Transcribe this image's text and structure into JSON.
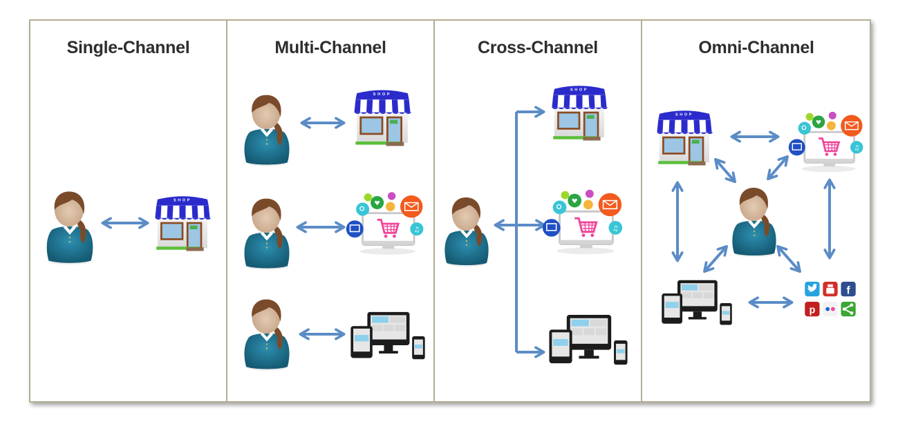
{
  "panels": [
    {
      "title": "Single-Channel",
      "customer": "customer",
      "channels": [
        "store"
      ],
      "connection_style": "direct two-way link to one channel"
    },
    {
      "title": "Multi-Channel",
      "customer": "customer",
      "channels": [
        "store",
        "online",
        "devices"
      ],
      "connection_style": "separate two-way link per channel"
    },
    {
      "title": "Cross-Channel",
      "customer": "customer",
      "channels": [
        "store",
        "online",
        "devices"
      ],
      "connection_style": "single link branching to all channels"
    },
    {
      "title": "Omni-Channel",
      "customer": "customer",
      "channels": [
        "store",
        "online",
        "devices",
        "social"
      ],
      "connection_style": "all channels interconnected with customer and each other"
    }
  ],
  "store_sign": "SHOP",
  "social_icons": [
    "twitter-icon",
    "youtube-icon",
    "facebook-icon",
    "pinterest-icon",
    "flickr-icon",
    "share-icon"
  ],
  "colors": {
    "arrow": "#5b8cc6",
    "border": "#b1ae92",
    "title_text": "#2e2e2e",
    "awning_blue": "#2727c9",
    "customer_body": "#1f6f8b",
    "hair": "#7a4b2a",
    "skin": "#d6b99e",
    "cart": "#f0469a"
  }
}
